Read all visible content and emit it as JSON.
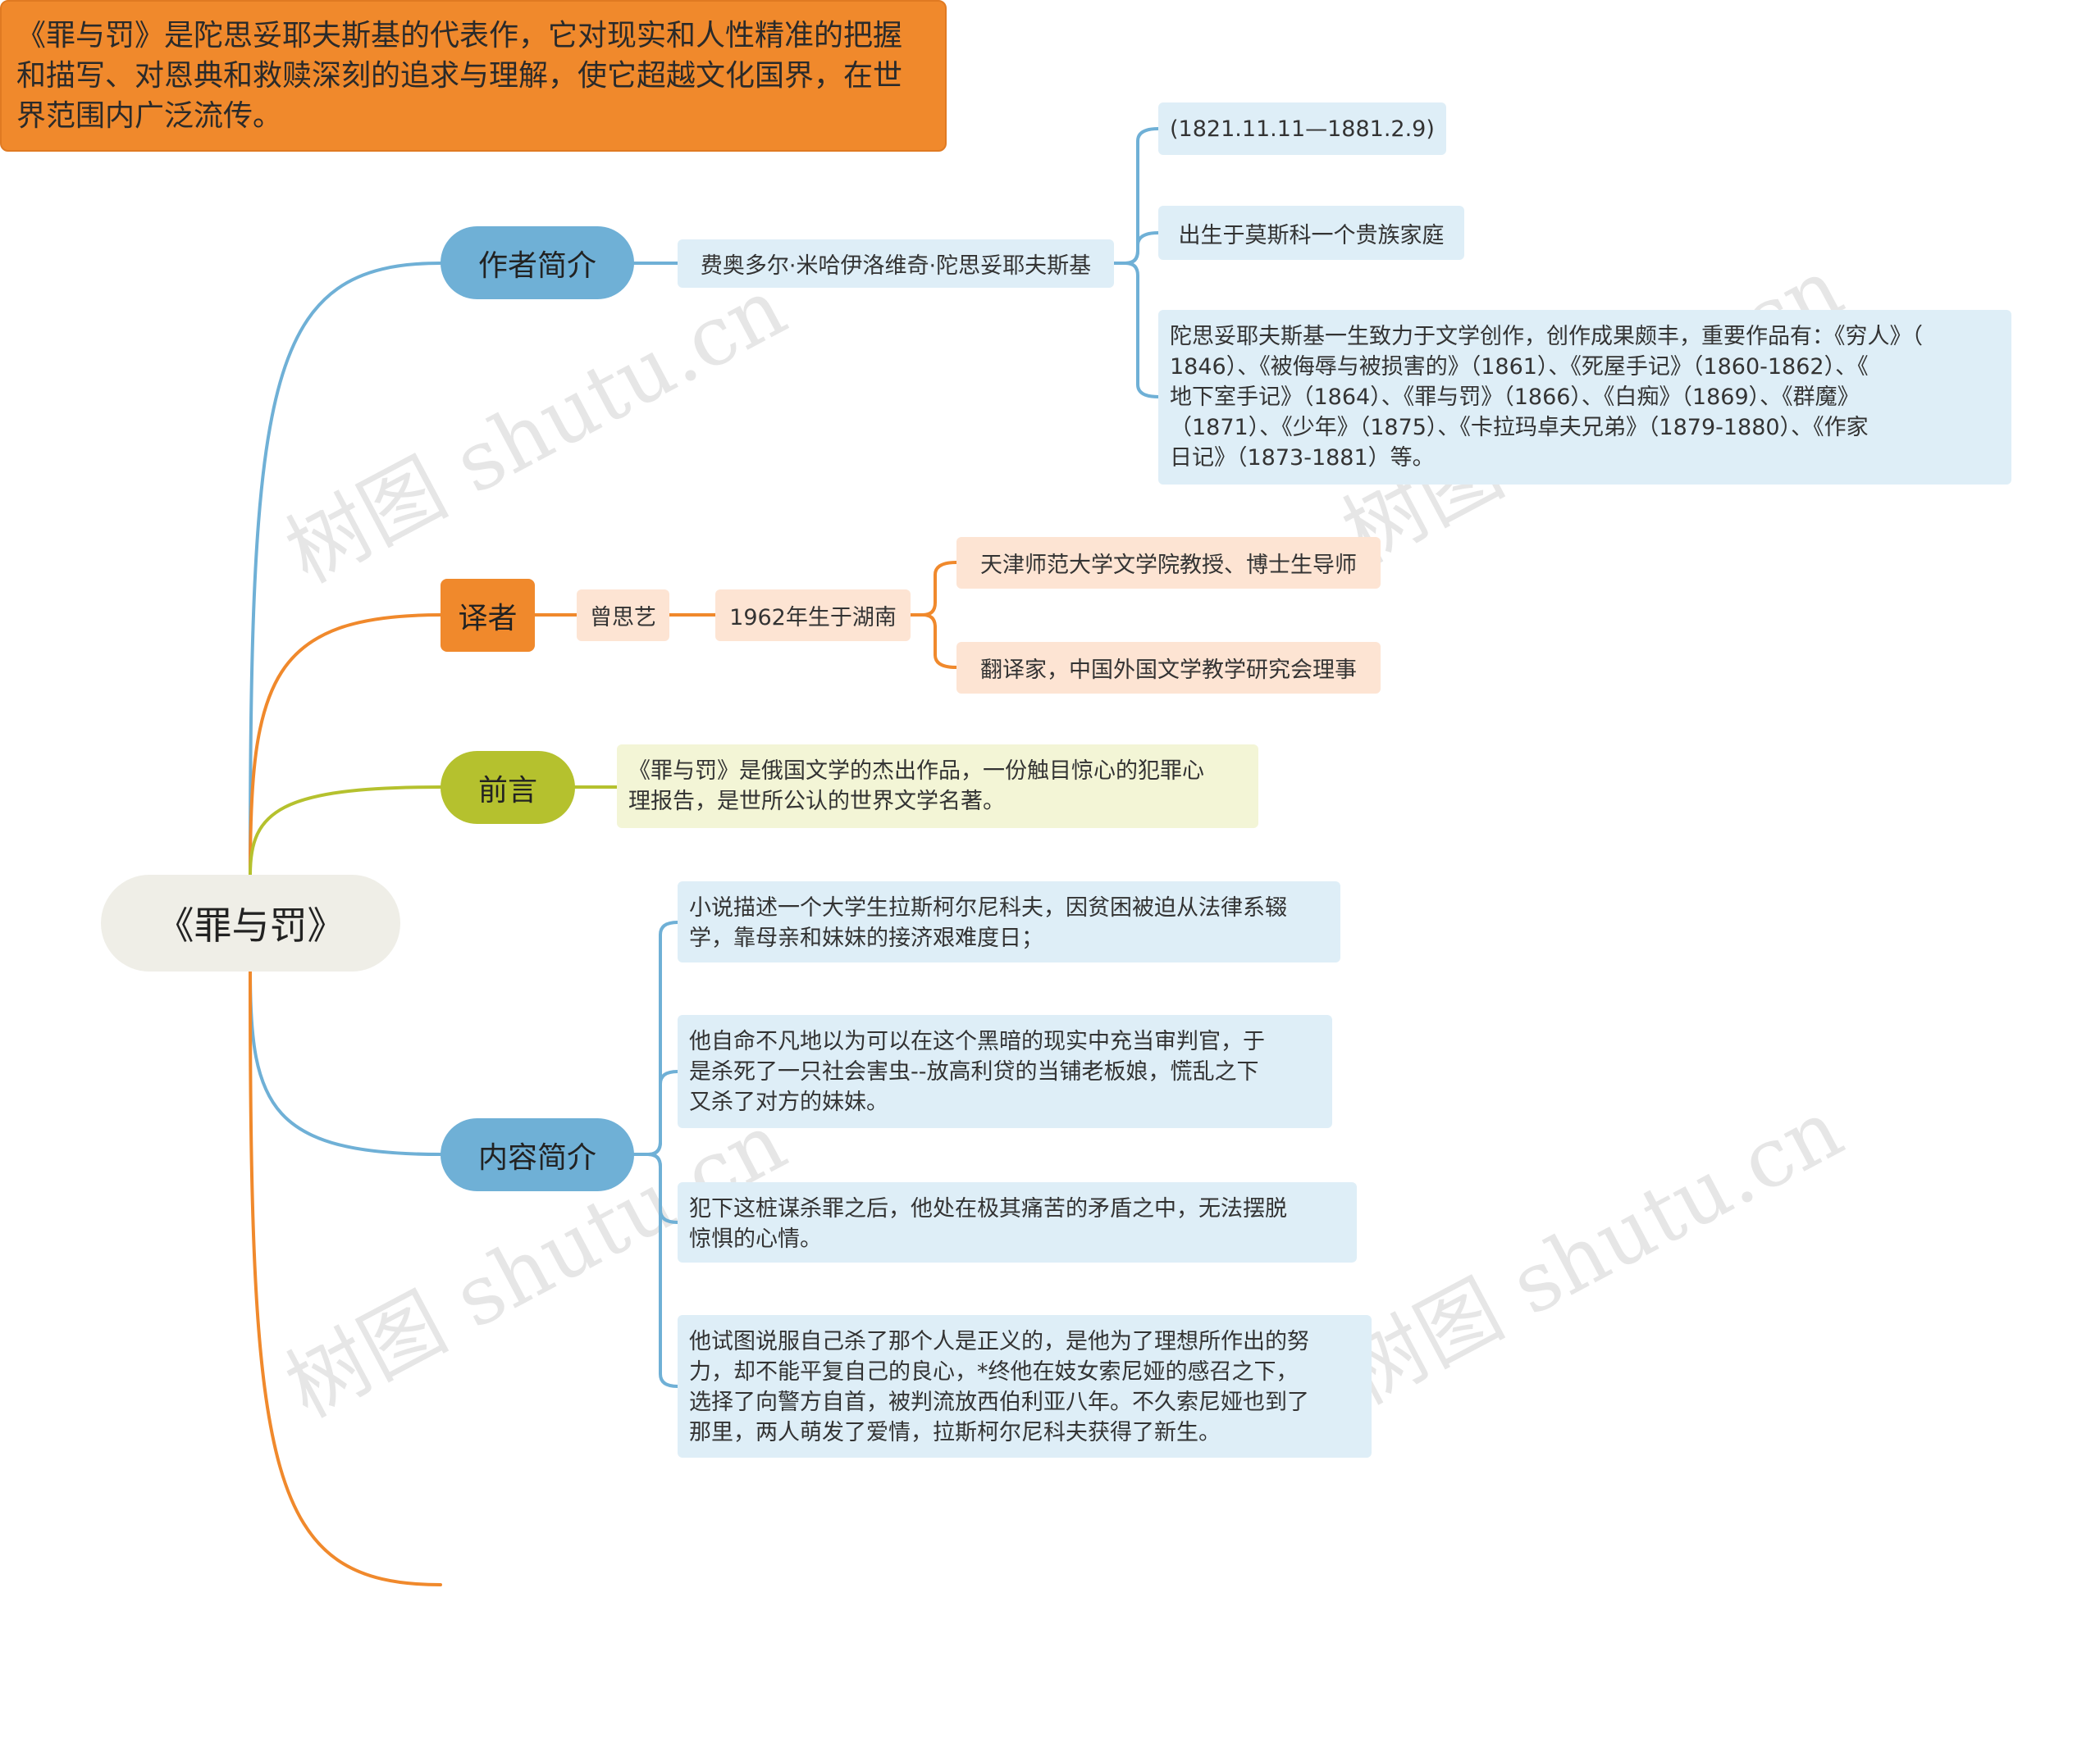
{
  "colors": {
    "root_bg": "#efeee7",
    "blue": "#6fb0d6",
    "blue_light": "#deeef7",
    "orange": "#f0892c",
    "orange_light": "#fde4d3",
    "olive": "#b5c12e",
    "olive_light": "#f3f5d6",
    "text": "#333333"
  },
  "watermark": "树图 shutu.cn",
  "root": {
    "label": "《罪与罚》"
  },
  "author_intro": {
    "label": "作者简介",
    "name": "费奥多尔·米哈伊洛维奇·陀思妥耶夫斯基",
    "dates": "(1821.11.11—1881.2.9)",
    "birthplace": "出生于莫斯科一个贵族家庭",
    "works": [
      "陀思妥耶夫斯基一生致力于文学创作，创作成果颇丰，重要作品有：《穷人》（",
      "1846）、《被侮辱与被损害的》（1861）、《死屋手记》（1860-1862）、《",
      "地下室手记》（1864）、《罪与罚》（1866）、《白痴》（1869）、《群魔》",
      "（1871）、《少年》（1875）、《卡拉玛卓夫兄弟》（1879-1880）、《作家",
      "日记》（1873-1881）等。"
    ]
  },
  "translator": {
    "label": "译者",
    "name": "曾思艺",
    "born": "1962年生于湖南",
    "details": [
      "天津师范大学文学院教授、博士生导师",
      "翻译家，中国外国文学教学研究会理事"
    ]
  },
  "preface": {
    "label": "前言",
    "lines": [
      "《罪与罚》是俄国文学的杰出作品，一份触目惊心的犯罪心",
      "理报告，是世所公认的世界文学名著。"
    ]
  },
  "synopsis": {
    "label": "内容简介",
    "items": [
      {
        "lines": [
          "小说描述一个大学生拉斯柯尔尼科夫，因贫困被迫从法律系辍",
          "学，靠母亲和妹妹的接济艰难度日；"
        ]
      },
      {
        "lines": [
          "他自命不凡地以为可以在这个黑暗的现实中充当审判官，于",
          "是杀死了一只社会害虫--放高利贷的当铺老板娘，慌乱之下",
          "又杀了对方的妹妹。"
        ]
      },
      {
        "lines": [
          "犯下这桩谋杀罪之后，他处在极其痛苦的矛盾之中，无法摆脱",
          "惊惧的心情。"
        ]
      },
      {
        "lines": [
          "他试图说服自己杀了那个人是正义的，是他为了理想所作出的努",
          "力，却不能平复自己的良心，*终他在妓女索尼娅的感召之下，",
          "选择了向警方自首，被判流放西伯利亚八年。不久索尼娅也到了",
          "那里，两人萌发了爱情，拉斯柯尔尼科夫获得了新生。"
        ]
      }
    ]
  },
  "summary": {
    "lines": [
      "《罪与罚》是陀思妥耶夫斯基的代表作，它对现实和人性精准的把握",
      "和描写、对恩典和救赎深刻的追求与理解，使它超越文化国界，在世",
      "界范围内广泛流传。"
    ]
  }
}
